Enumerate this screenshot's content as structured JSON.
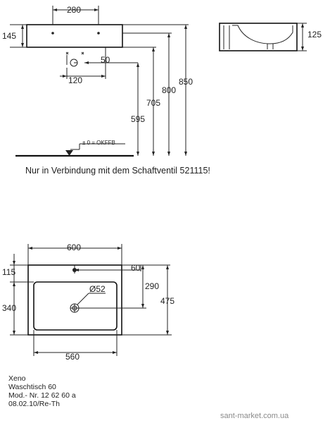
{
  "dimensions": {
    "top_280": "280",
    "left_145": "145",
    "side_125": "125",
    "d_50": "50",
    "d_120": "120",
    "d_595": "595",
    "d_705": "705",
    "d_800": "800",
    "d_850": "850",
    "floor_label": "± 0 = OKFFB",
    "plan_600": "600",
    "plan_115": "115",
    "plan_60": "60",
    "plan_290": "290",
    "plan_52": "Ø52",
    "plan_340": "340",
    "plan_475": "475",
    "plan_560": "560"
  },
  "note": "Nur in Verbindung mit dem Schaftventil 521115!",
  "info": {
    "line1": "Xeno",
    "line2": "Waschtisch 60",
    "line3": "Mod.- Nr. 12 62 60 a",
    "line4": "08.02.10/Re-Th"
  },
  "watermark": "sant-market.com.ua"
}
